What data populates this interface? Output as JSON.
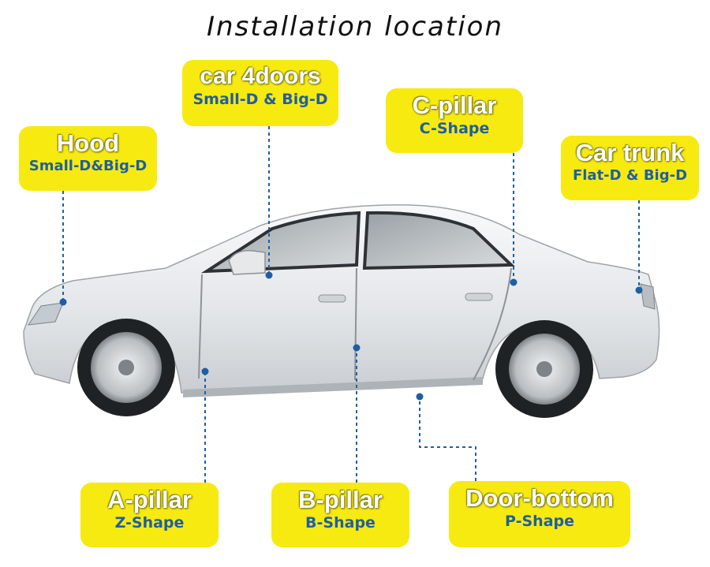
{
  "title": "Installation location",
  "labels": {
    "hood": {
      "main": "Hood",
      "sub": "Small-D&Big-D"
    },
    "car4doors": {
      "main": "car 4doors",
      "sub": "Small-D & Big-D"
    },
    "cpillar": {
      "main": "C-pillar",
      "sub": "C-Shape"
    },
    "cartrunk": {
      "main": "Car trunk",
      "sub": "Flat-D & Big-D"
    },
    "apillar": {
      "main": "A-pillar",
      "sub": "Z-Shape"
    },
    "bpillar": {
      "main": "B-pillar",
      "sub": "B-Shape"
    },
    "doorbottom": {
      "main": "Door-bottom",
      "sub": "P-Shape"
    }
  },
  "colors": {
    "label_bg": "#f7ea10",
    "sub_text": "#1f5fa0",
    "leader": "#1f5fa0",
    "car_body": "#eef0f2"
  }
}
